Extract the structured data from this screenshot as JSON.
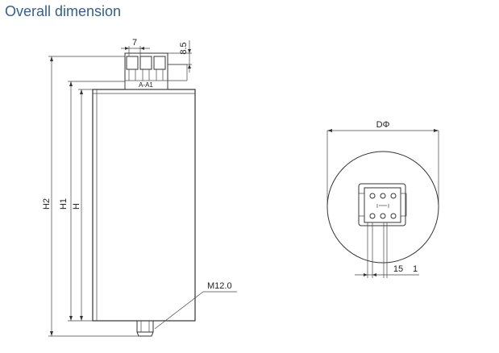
{
  "page": {
    "title": "Overall dimension"
  },
  "side_view": {
    "dim_terminal_pitch": "7",
    "dim_terminal_height": "8.5",
    "terminal_label": "A-A1",
    "dim_h2": "H2",
    "dim_h1": "H1",
    "dim_h": "H",
    "stud_label": "M12.0"
  },
  "top_view": {
    "dim_diameter": "DΦ",
    "dim_15": "15",
    "dim_1": "1"
  }
}
